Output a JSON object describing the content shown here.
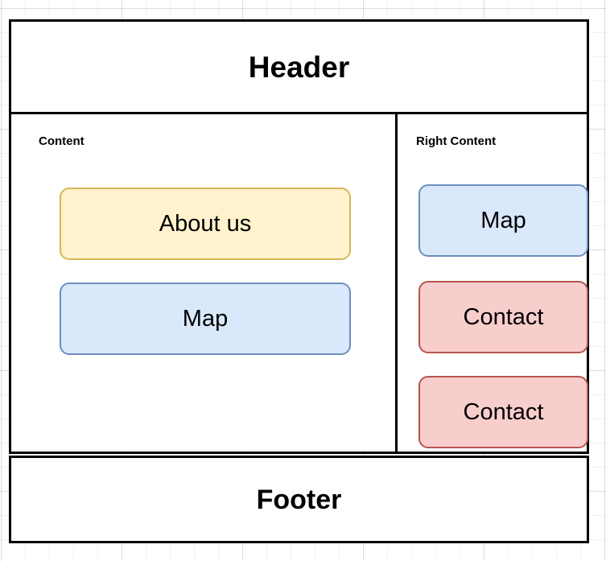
{
  "diagram": {
    "header": {
      "title": "Header"
    },
    "content": {
      "label": "Content",
      "nodes": [
        {
          "label": "About us",
          "color_fill": "#fff2cc",
          "color_border": "#d6b656"
        },
        {
          "label": "Map",
          "color_fill": "#dae8fc",
          "color_border": "#6c8ebf"
        }
      ]
    },
    "right_content": {
      "label": "Right Content",
      "nodes": [
        {
          "label": "Map",
          "color_fill": "#dae8fc",
          "color_border": "#6c8ebf"
        },
        {
          "label": "Contact",
          "color_fill": "#f8cecc",
          "color_border": "#b85450"
        },
        {
          "label": "Contact",
          "color_fill": "#f8cecc",
          "color_border": "#b85450"
        }
      ]
    },
    "footer": {
      "title": "Footer"
    },
    "styles": {
      "outline_color": "#000000",
      "canvas_background": "#ffffff",
      "grid_line_color": "#e8e8e8"
    }
  }
}
